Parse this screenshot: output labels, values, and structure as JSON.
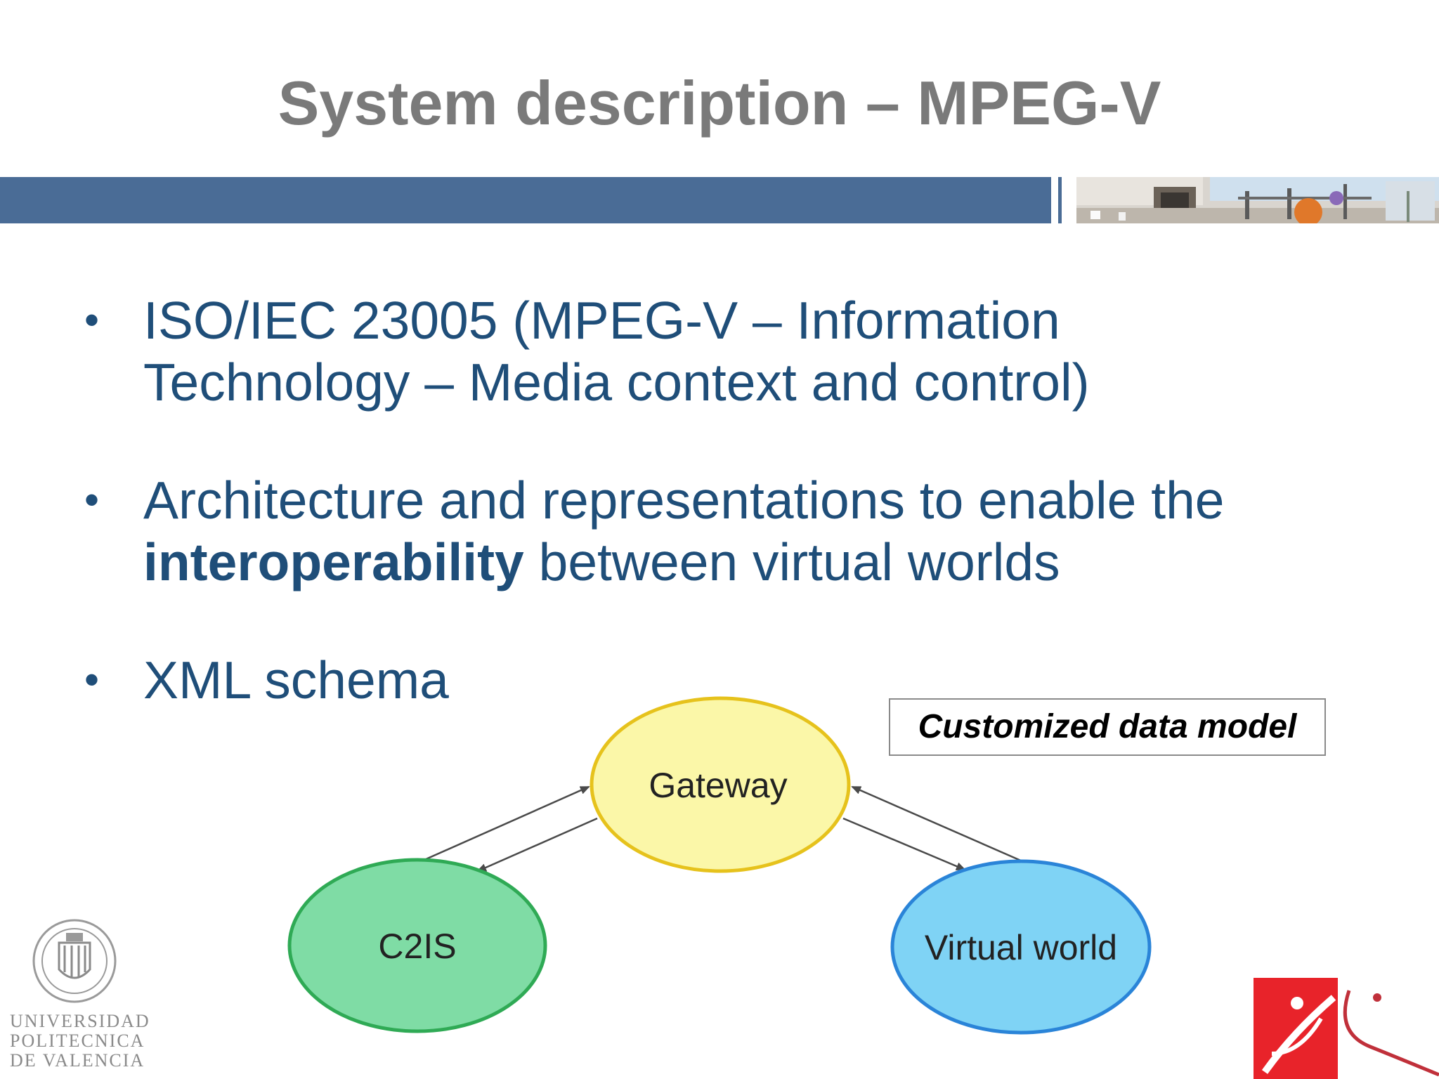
{
  "slide": {
    "title": "System description – MPEG-V"
  },
  "bullets": [
    {
      "line1": "ISO/IEC 23005 (MPEG-V – Information",
      "line2": "Technology – Media context and control)"
    },
    {
      "line1": "Architecture and representations to enable the",
      "bold": "interoperability",
      "line2_rest": " between virtual worlds"
    },
    {
      "line1": "XML schema"
    }
  ],
  "bullet_symbol": "•",
  "diagram": {
    "nodes": {
      "gateway": "Gateway",
      "c2is": "C2IS",
      "virtual_world": "Virtual world"
    },
    "callout": "Customized data model",
    "colors": {
      "gateway_fill": "#fbf7a8",
      "gateway_stroke": "#e6c21c",
      "c2is_fill": "#7fdca5",
      "c2is_stroke": "#2faa55",
      "virtual_fill": "#7fd3f5",
      "virtual_stroke": "#2a84d8"
    }
  },
  "footer": {
    "university_lines": [
      "UNIVERSIDAD",
      "POLITECNICA",
      "DE VALENCIA"
    ]
  },
  "colors": {
    "title": "#7a7a7a",
    "bar": "#4a6c96",
    "body_text": "#1f4e79"
  }
}
